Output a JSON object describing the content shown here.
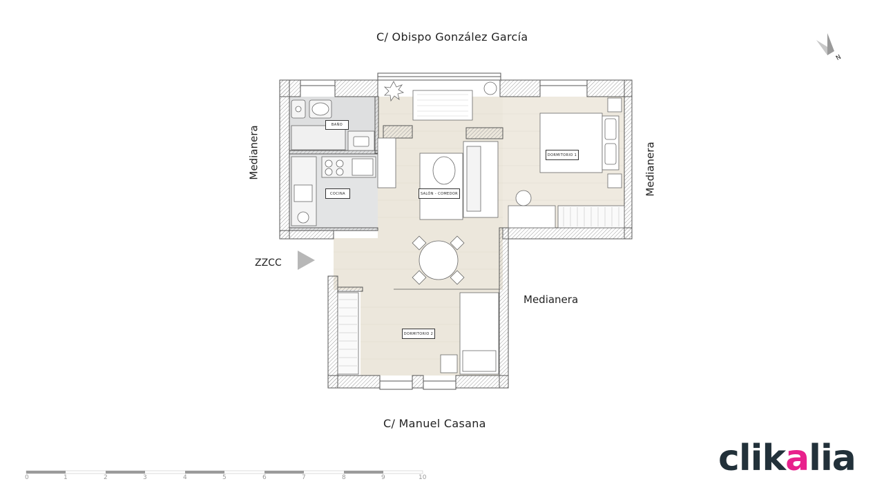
{
  "streets": {
    "top": "C/ Obispo González García",
    "bottom": "C/ Manuel Casana"
  },
  "neighbors": {
    "left": "Medianera",
    "right": "Medianera",
    "bottom_right": "Medianera"
  },
  "entrance": {
    "label": "ZZCC"
  },
  "rooms": {
    "bathroom": "BAÑO",
    "kitchen": "COCINA",
    "living": "SALÓN - COMEDOR",
    "bedroom1": "DORMITORIO 1",
    "bedroom2": "DORMITORIO 2"
  },
  "compass": {
    "label": "N",
    "icon": "north-arrow-icon"
  },
  "scale": {
    "ticks": [
      "0",
      "1",
      "2",
      "3",
      "4",
      "5",
      "6",
      "7",
      "8",
      "9",
      "10"
    ]
  },
  "brand": {
    "name_start": "clik",
    "name_accent": "a",
    "name_end": "lia",
    "text_color": "#22313a",
    "accent_color": "#e8218c"
  },
  "colors": {
    "wall": "#8a8a8a",
    "floor_wood": "#ece7dc",
    "floor_tile": "#dedfe0",
    "background": "#ffffff"
  }
}
